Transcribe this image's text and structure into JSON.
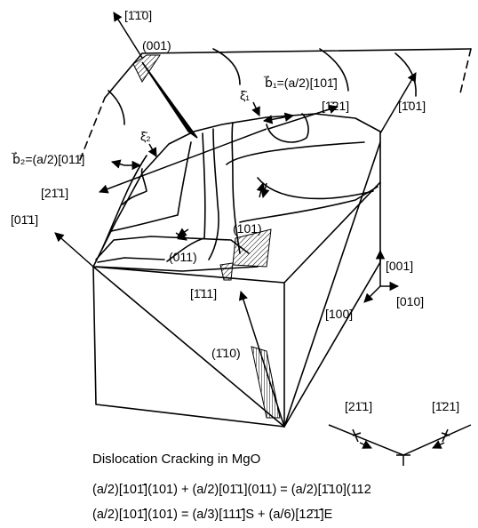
{
  "title": "Dislocation Cracking in MgO",
  "labels": {
    "dir_m1m10": "[1̄1̄0]",
    "plane_001": "(001)",
    "b1": "b⃗₁=(a/2)[101̄]",
    "xi1": "ξ̄₁",
    "dir_m121": "[1̄21]",
    "dir_m101": "[1̄01]",
    "xi2": "ξ̄₂",
    "b2": "b⃗₂=(a/2)[011̄]",
    "dir_2m11": "[21̄1]",
    "dir_0m11": "[01̄1]",
    "plane_101": "(101)",
    "plane_011": "(011)",
    "dir_m111": "[1̄11]",
    "dir_001": "[001]",
    "dir_010": "[010]",
    "dir_100": "[100]",
    "plane_m110": "(1̄10)",
    "inset_2m11": "[21̄1]",
    "inset_m121": "[1̄21]"
  },
  "equations": {
    "eq1": "(a/2)[101̄](101) + (a/2)[01̄1](011) = (a/2)[1̄10](112",
    "eq2": "(a/2)[101̄](101) = (a/3)[111̄]S + (a/6)[12̄1̄]E"
  }
}
